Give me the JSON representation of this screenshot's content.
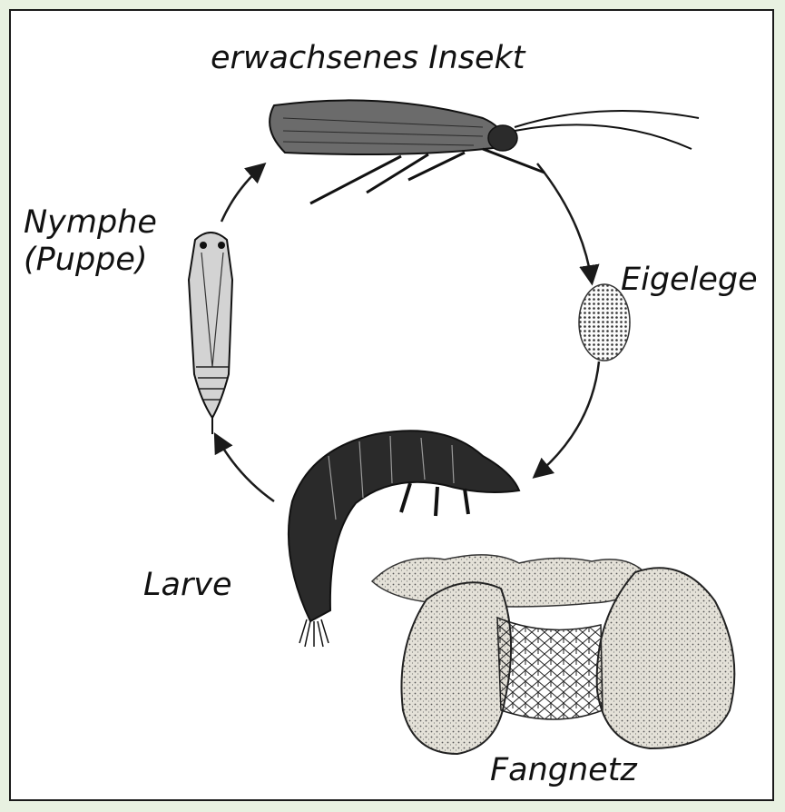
{
  "labels": {
    "adult": "erwachsenes Insekt",
    "nymph_line1": "Nymphe",
    "nymph_line2": "(Puppe)",
    "eggs": "Eigelege",
    "larva": "Larve",
    "net": "Fangnetz"
  },
  "colors": {
    "background": "#e8f1e1",
    "panel": "#ffffff",
    "ink": "#1a1a1a",
    "stone": "#d9d6cc"
  },
  "icons": [
    "adult-caddisfly-icon",
    "egg-mass-icon",
    "larva-icon",
    "pupa-icon",
    "stones-icon",
    "capture-net-icon",
    "cycle-arrow-icon"
  ]
}
